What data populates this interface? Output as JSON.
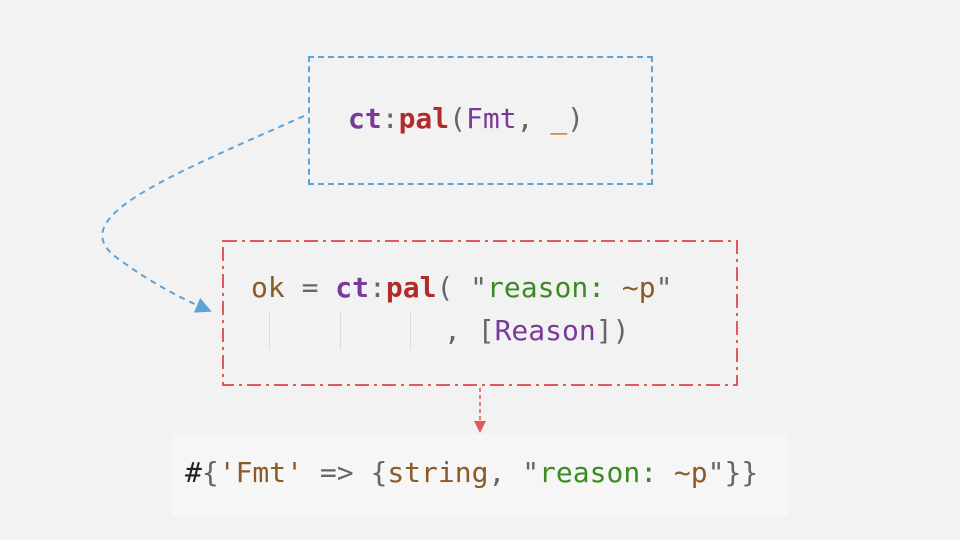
{
  "pattern": {
    "module": "ct",
    "colon": ":",
    "function": "pal",
    "open": "(",
    "arg1": "Fmt",
    "comma": ", ",
    "wildcard": "_",
    "close": ")"
  },
  "call": {
    "line1": {
      "lhs": "ok",
      "eq": " = ",
      "module": "ct",
      "colon": ":",
      "function": "pal",
      "open": "( ",
      "string_open": "\"",
      "string_text": "reason: ",
      "format": "~p",
      "string_close": "\""
    },
    "line2": {
      "comma": ", ",
      "bracket_open": "[",
      "arg": "Reason",
      "bracket_close": "]",
      "close": ")"
    }
  },
  "result": {
    "hash": "#",
    "brace_open": "{",
    "key": "'Fmt'",
    "arrow": " => ",
    "tuple_open": "{",
    "type": "string",
    "comma": ", ",
    "string_open": "\"",
    "string_text": "reason: ",
    "format": "~p",
    "string_close": "\"",
    "tuple_close": "}",
    "brace_close": "}"
  },
  "colors": {
    "pattern_border": "#5ea3d8",
    "call_border": "#e05a5a",
    "module": "#7a3a9a",
    "function": "#b02c2c",
    "string": "#3c8a22",
    "atom": "#8a5a2a"
  }
}
